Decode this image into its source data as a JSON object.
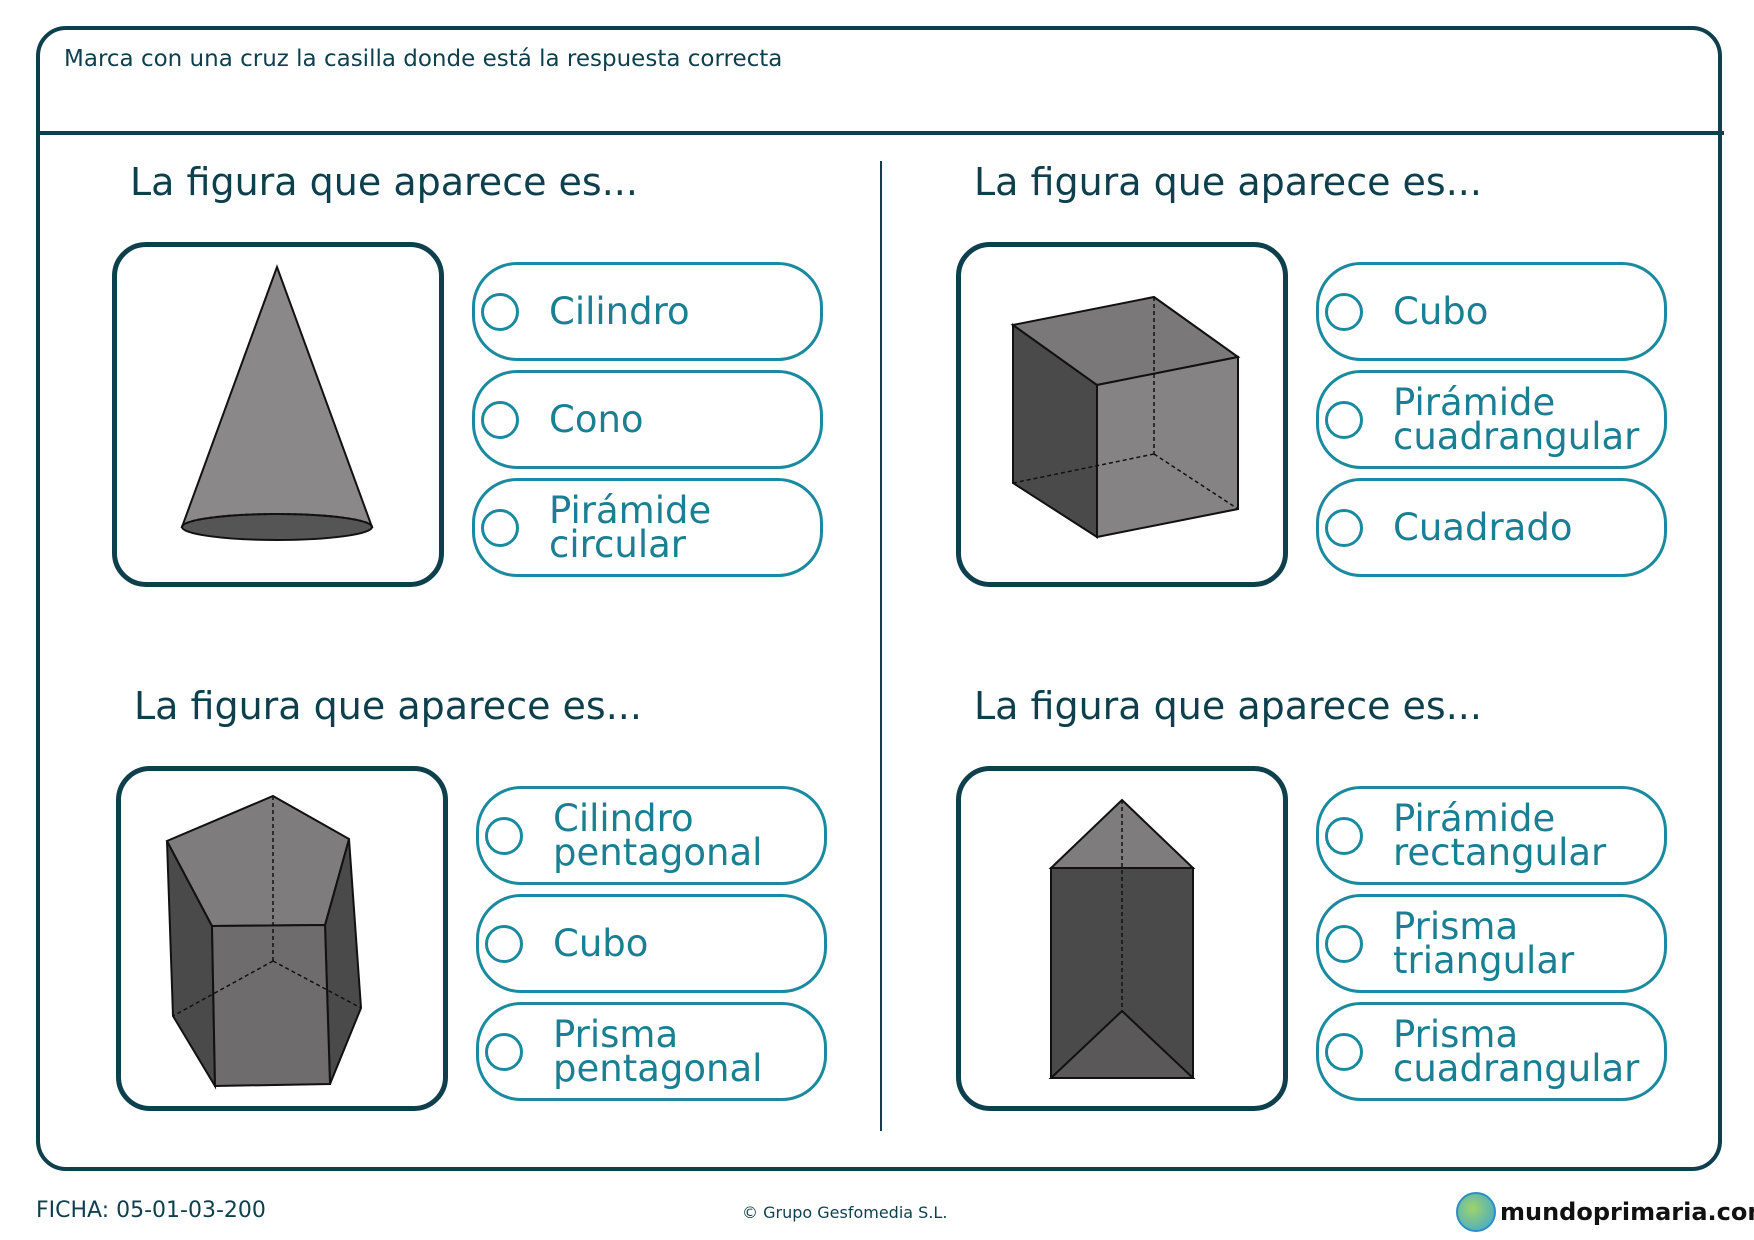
{
  "instruction": "Marca con una cruz la casilla donde está la respuesta correcta",
  "questions": [
    {
      "title": "La figura que aparece es...",
      "shape": "cone",
      "options": [
        "Cilindro",
        "Cono",
        "Pirámide circular"
      ]
    },
    {
      "title": "La figura que aparece es...",
      "shape": "cube",
      "options": [
        "Cubo",
        "Pirámide cuadrangular",
        "Cuadrado"
      ]
    },
    {
      "title": "La figura que aparece es...",
      "shape": "pentagonal-prism",
      "options": [
        "Cilindro pentagonal",
        "Cubo",
        "Prisma pentagonal"
      ]
    },
    {
      "title": "La figura que aparece es...",
      "shape": "triangular-prism",
      "options": [
        "Pirámide rectangular",
        "Prisma triangular",
        "Prisma cuadrangular"
      ]
    }
  ],
  "footer": {
    "code": "FICHA: 05-01-03-200",
    "copyright": "© Grupo Gesfomedia S.L.",
    "logo": "mundoprimaria.com"
  },
  "colors": {
    "dark": "#0d3f4d",
    "accent": "#1a8a9e"
  }
}
